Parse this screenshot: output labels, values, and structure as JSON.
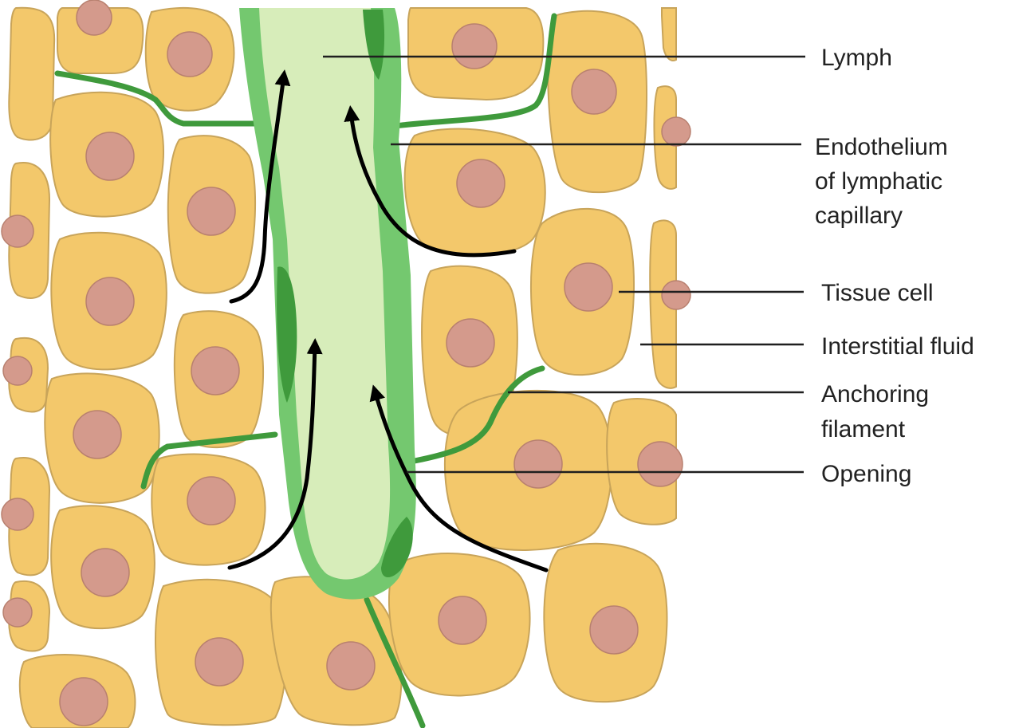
{
  "diagram": {
    "labels": {
      "lymph": "Lymph",
      "endothelium_line1": "Endothelium",
      "endothelium_line2": "of lymphatic",
      "endothelium_line3": "capillary",
      "tissue_cell": "Tissue cell",
      "interstitial_fluid": "Interstitial fluid",
      "anchoring_line1": "Anchoring",
      "anchoring_line2": "filament",
      "opening": "Opening"
    },
    "colors": {
      "tissue_cell": "#f3c86b",
      "cell_outline": "#c8a45a",
      "nucleus": "#d49a8c",
      "capillary_wall": "#6cc468",
      "capillary_wall_dark": "#3f9a3c",
      "lymph": "#d7edba",
      "arrow": "#000000"
    },
    "icons": {
      "flow_arrows": "arrow-up-icon"
    }
  }
}
